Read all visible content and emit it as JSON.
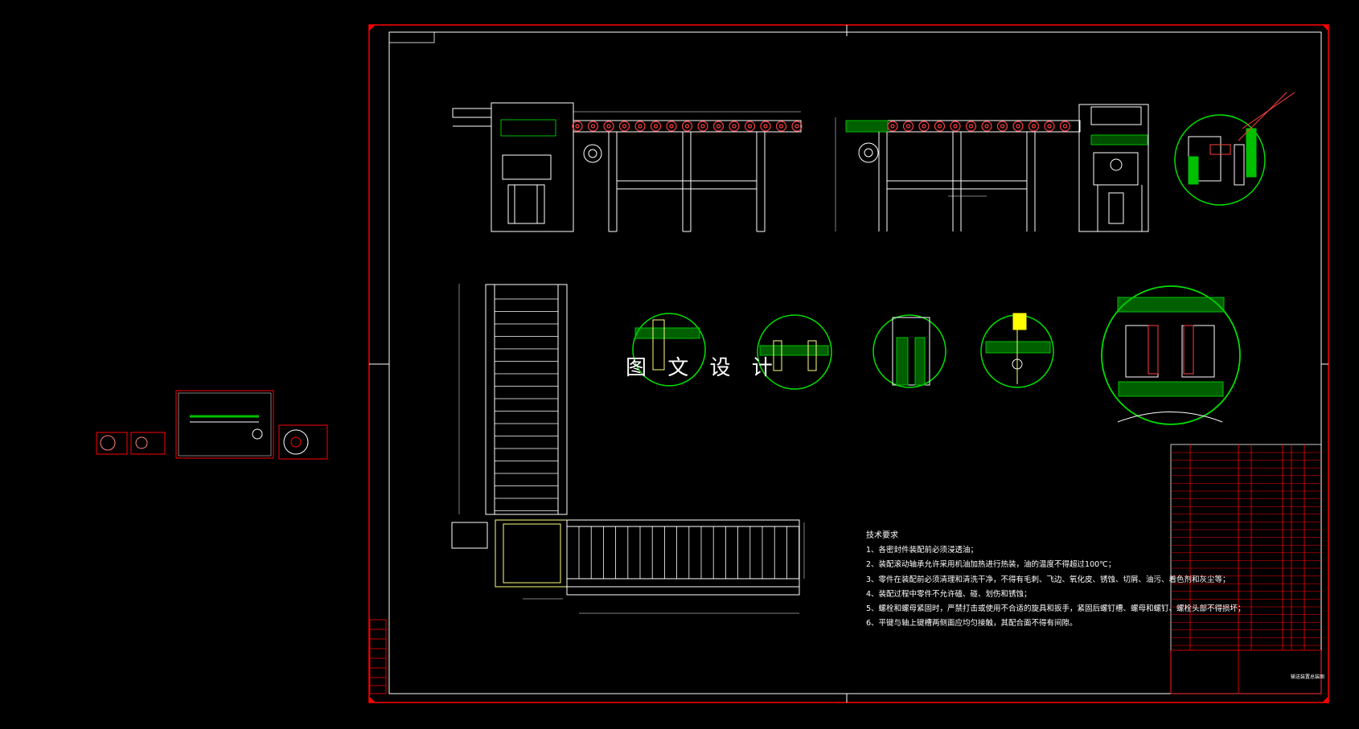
{
  "watermark": "图 文 设 计",
  "tech_requirements": {
    "title": "技术要求",
    "items": [
      "1、各密封件装配前必须浸透油；",
      "2、装配滚动轴承允许采用机油加热进行热装，油的温度不得超过100℃；",
      "3、零件在装配前必须清理和清洗干净，不得有毛刺、飞边、氧化皮、锈蚀、切屑、油污、着色剂和灰尘等；",
      "4、装配过程中零件不允许磕、碰、划伤和锈蚀；",
      "5、螺栓和螺母紧固时，严禁打击或使用不合适的旋具和扳手，紧固后螺钉槽、螺母和螺钉、螺栓头部不得损坏；",
      "6、平键与轴上键槽两侧面应均匀接触，其配合面不得有间隙。"
    ]
  },
  "title_block": {
    "drawing_name": "输送装置总装图"
  },
  "colors": {
    "background": "#000000",
    "frame": "#ff0000",
    "lines": "#ffffff",
    "section_fill": "#00c000",
    "accent": "#ffff80"
  }
}
